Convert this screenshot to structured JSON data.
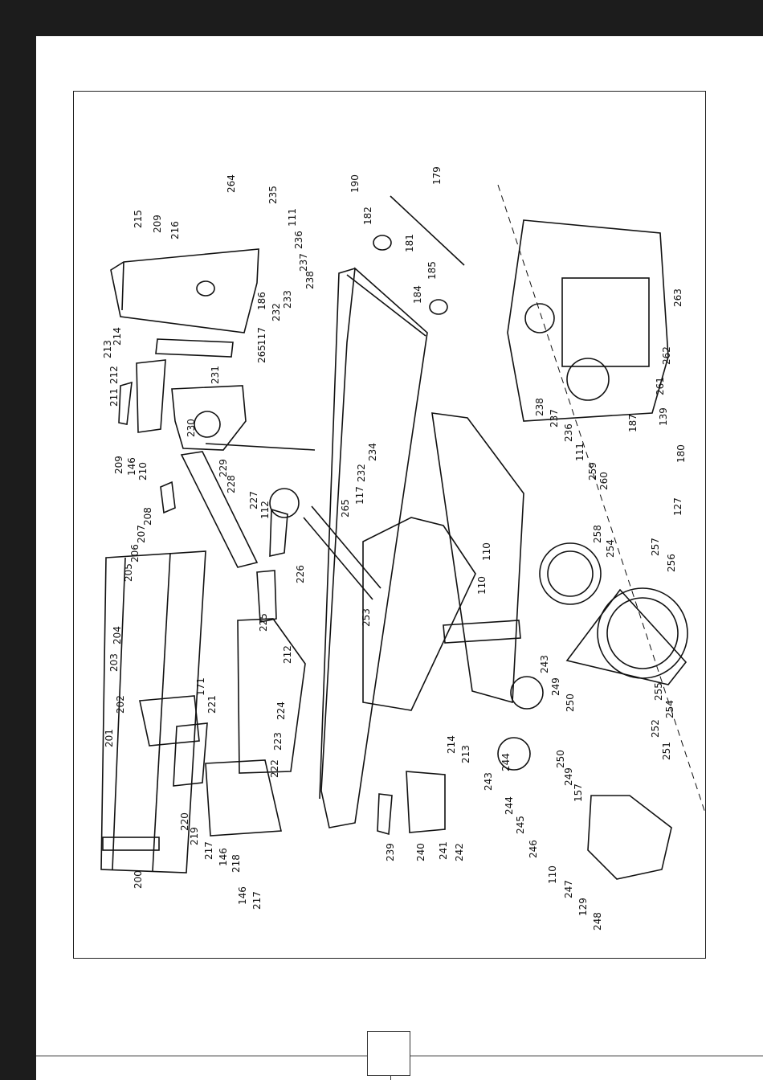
{
  "document": {
    "type": "exploded parts diagram",
    "page_number": ""
  },
  "part_numbers": [
    "264",
    "235",
    "111",
    "236",
    "237",
    "238",
    "215",
    "209",
    "216",
    "186",
    "233",
    "232",
    "214",
    "213",
    "265",
    "117",
    "212",
    "211",
    "231",
    "210",
    "146",
    "209",
    "230",
    "229",
    "228",
    "227",
    "112",
    "208",
    "207",
    "206",
    "205",
    "226",
    "225",
    "204",
    "203",
    "202",
    "201",
    "171",
    "221",
    "212",
    "224",
    "223",
    "222",
    "220",
    "219",
    "217",
    "146",
    "218",
    "146",
    "217",
    "200",
    "190",
    "179",
    "182",
    "181",
    "185",
    "184",
    "263",
    "262",
    "261",
    "238",
    "237",
    "236",
    "111",
    "259",
    "260",
    "187",
    "139",
    "180",
    "127",
    "234",
    "232",
    "117",
    "265",
    "110",
    "110",
    "258",
    "254",
    "257",
    "256",
    "253",
    "243",
    "249",
    "250",
    "214",
    "213",
    "244",
    "243",
    "255",
    "254",
    "252",
    "251",
    "250",
    "249",
    "157",
    "244",
    "245",
    "246",
    "110",
    "247",
    "129",
    "248",
    "239",
    "240",
    "241",
    "242"
  ]
}
